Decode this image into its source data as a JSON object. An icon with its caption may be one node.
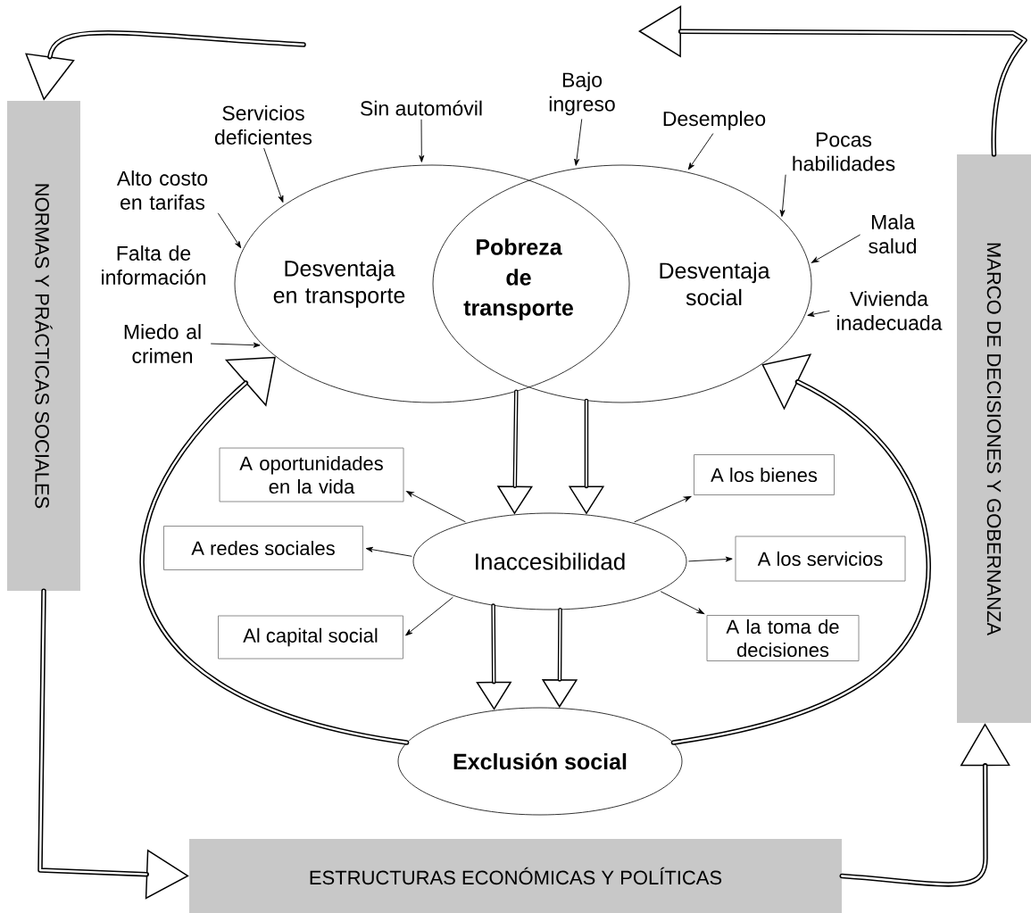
{
  "diagram": {
    "nodes": [
      {
        "text": [
          "Desventaja en transporte"
        ]
      },
      {
        "text": [
          "Pobreza de transporte"
        ]
      },
      {
        "text": [
          "Desventaja social"
        ]
      },
      {
        "text": [
          "Servicios deficientes"
        ]
      },
      {
        "text": [
          "Sin automóvil"
        ]
      },
      {
        "text": [
          "Alto costo en tarifas"
        ]
      },
      {
        "text": [
          "Miedo al crimen"
        ]
      },
      {
        "text": [
          "Bajo ingreso"
        ]
      },
      {
        "text": [
          "Desempleo"
        ]
      },
      {
        "text": [
          "Pocas habilidades"
        ]
      },
      {
        "text": [
          "Mala salud"
        ]
      },
      {
        "text": [
          "Vivienda inadecuada"
        ]
      },
      {
        "text": [
          "A oportunidades en la vida"
        ]
      },
      {
        "text": [
          "A los bienes"
        ]
      },
      {
        "text": [
          "A redes sociales"
        ]
      },
      {
        "text": [
          "Inaccesibilidad"
        ]
      },
      {
        "text": [
          "A los servicios"
        ]
      },
      {
        "text": [
          "Al capital social"
        ]
      },
      {
        "text": [
          "A la toma de decisiones"
        ]
      },
      {
        "text": [
          "Exclusión social"
        ]
      },
      {
        "text": [
          "NORMAS Y PRÁCTICAS SOCIALES"
        ]
      },
      {
        "text": [
          "MARCO DE DECISIONES Y GOBERNANZA"
        ]
      },
      {
        "text": [
          "ESTRUCTURAS ECONÓMICAS Y POLÍTICAS"
        ]
      }
    ],
    "edges": [
      {
        "from": 3,
        "to": 0,
        "arrow": "to"
      },
      {
        "from": 4,
        "to": 0,
        "arrow": "to"
      },
      {
        "from": 5,
        "to": 0,
        "arrow": "to"
      },
      {
        "from": 6,
        "to": 0,
        "arrow": "to"
      },
      {
        "from": 7,
        "to": 2,
        "arrow": "to"
      },
      {
        "from": 8,
        "to": 2,
        "arrow": "to"
      },
      {
        "from": 9,
        "to": 2,
        "arrow": "to"
      },
      {
        "from": 10,
        "to": 2,
        "arrow": "to"
      },
      {
        "from": 11,
        "to": 2,
        "arrow": "to"
      },
      {
        "from": 0,
        "to": 15,
        "arrow": "to",
        "style": "thick"
      },
      {
        "from": 2,
        "to": 15,
        "arrow": "to",
        "style": "thick"
      },
      {
        "from": 15,
        "to": 12,
        "arrow": "to"
      },
      {
        "from": 15,
        "to": 13,
        "arrow": "to"
      },
      {
        "from": 15,
        "to": 14,
        "arrow": "to"
      },
      {
        "from": 15,
        "to": 16,
        "arrow": "to"
      },
      {
        "from": 15,
        "to": 17,
        "arrow": "to"
      },
      {
        "from": 15,
        "to": 18,
        "arrow": "to"
      },
      {
        "from": 15,
        "to": 19,
        "arrow": "to",
        "style": "thick"
      },
      {
        "from": 15,
        "to": 19,
        "arrow": "to",
        "style": "thick"
      },
      {
        "from": 19,
        "to": 0,
        "arrow": "to",
        "style": "thick"
      },
      {
        "from": 19,
        "to": 2,
        "arrow": "to",
        "style": "thick"
      },
      {
        "from": 21,
        "to": null,
        "arrow": "to",
        "style": "thick"
      },
      {
        "from": null,
        "to": 20,
        "arrow": "to",
        "style": "thick"
      },
      {
        "from": 20,
        "to": 22,
        "arrow": "to",
        "style": "thick"
      },
      {
        "from": 22,
        "to": 21,
        "arrow": "to",
        "style": "thick"
      }
    ],
    "labels": [
      "Falta de información"
    ]
  }
}
